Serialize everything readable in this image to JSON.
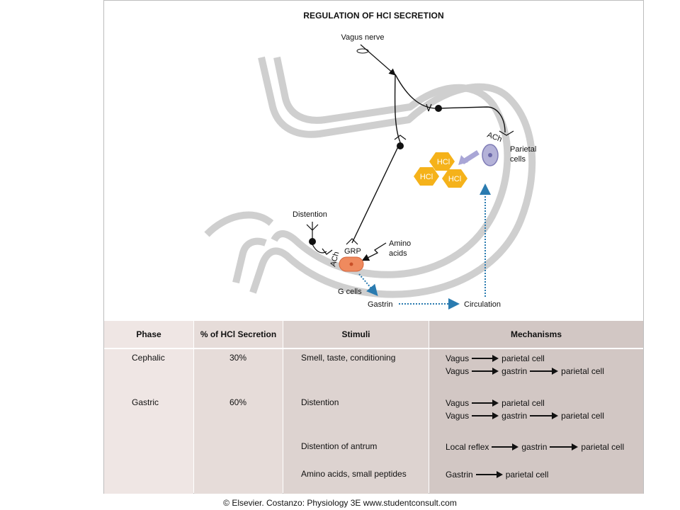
{
  "figure": {
    "title": "REGULATION OF HCl SECRETION",
    "labels": {
      "vagus_nerve": "Vagus nerve",
      "parietal_cells": "Parietal",
      "parietal_cells_2": "cells",
      "ach_upper": "ACh",
      "ach_lower": "ACh",
      "hcl_1": "HCl",
      "hcl_2": "HCl",
      "hcl_3": "HCl",
      "distention": "Distention",
      "grp": "GRP",
      "amino_acids": "Amino",
      "amino_acids_2": "acids",
      "g_cells": "G cells",
      "gastrin": "Gastrin",
      "circulation": "Circulation"
    }
  },
  "table": {
    "headers": {
      "phase": "Phase",
      "pct": "% of HCl Secretion",
      "stimuli": "Stimuli",
      "mechanisms": "Mechanisms"
    },
    "rows": [
      {
        "phase": "Cephalic",
        "pct": "30%",
        "stimulus": "Smell, taste, conditioning",
        "mechanisms": [
          [
            "Vagus",
            "parietal cell"
          ],
          [
            "Vagus",
            "gastrin",
            "parietal cell"
          ]
        ]
      },
      {
        "phase": "Gastric",
        "pct": "60%",
        "stimulus": "Distention",
        "mechanisms": [
          [
            "Vagus",
            "parietal cell"
          ],
          [
            "Vagus",
            "gastrin",
            "parietal cell"
          ]
        ]
      },
      {
        "phase": "",
        "pct": "",
        "stimulus": "Distention of antrum",
        "mechanisms": [
          [
            "Local reflex",
            "gastrin",
            "parietal cell"
          ]
        ]
      },
      {
        "phase": "",
        "pct": "",
        "stimulus": "Amino acids, small peptides",
        "mechanisms": [
          [
            "Gastrin",
            "parietal cell"
          ]
        ]
      }
    ]
  },
  "copyright": "© Elsevier. Costanzo: Physiology 3E www.studentconsult.com",
  "colors": {
    "stomach_wall": "#c8c8c8",
    "hcl": "#f5b21a",
    "parietal_cell": "#b4b2d8",
    "g_cell": "#ef8a5e",
    "dotted_arrow": "#2a7bb0"
  }
}
